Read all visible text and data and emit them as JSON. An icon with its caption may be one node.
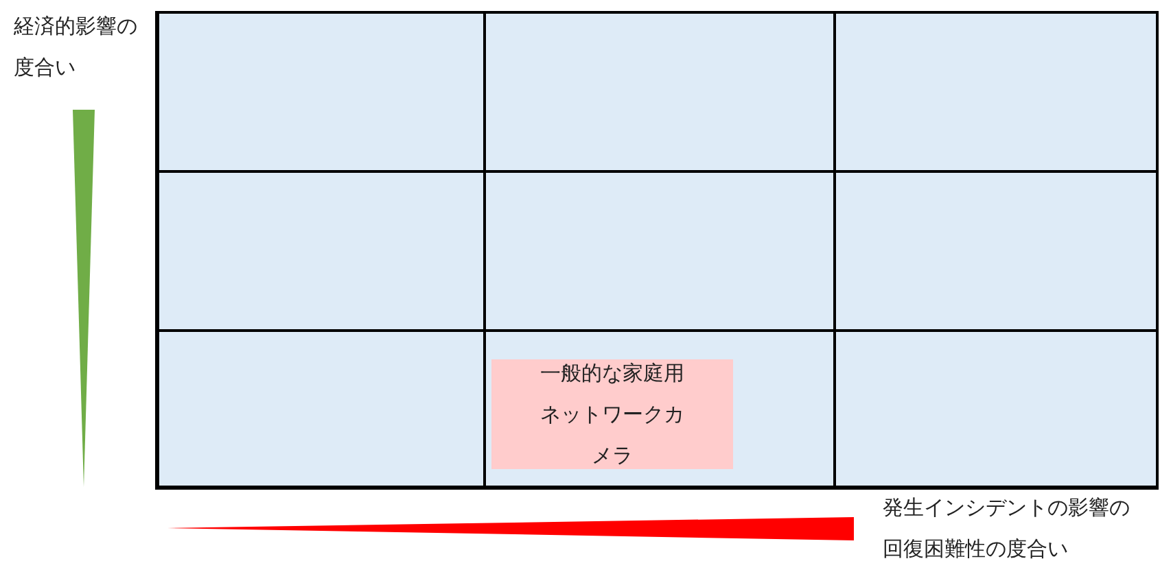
{
  "diagram": {
    "nodes": [
      {
        "text": [],
        "shape": "box"
      },
      {
        "text": [],
        "shape": "box"
      },
      {
        "text": [],
        "shape": "box"
      },
      {
        "text": [],
        "shape": "box"
      },
      {
        "text": [],
        "shape": "box"
      },
      {
        "text": [],
        "shape": "box"
      },
      {
        "text": [],
        "shape": "box"
      },
      {
        "text": [],
        "shape": "box"
      },
      {
        "text": [],
        "shape": "box"
      },
      {
        "text": [
          "一般的な家庭用ネットワークカメラ"
        ],
        "in": 7
      }
    ],
    "labels": [
      "経済的影響の度合い",
      "発生インシデントの影響の回復困難性の度合い"
    ]
  }
}
